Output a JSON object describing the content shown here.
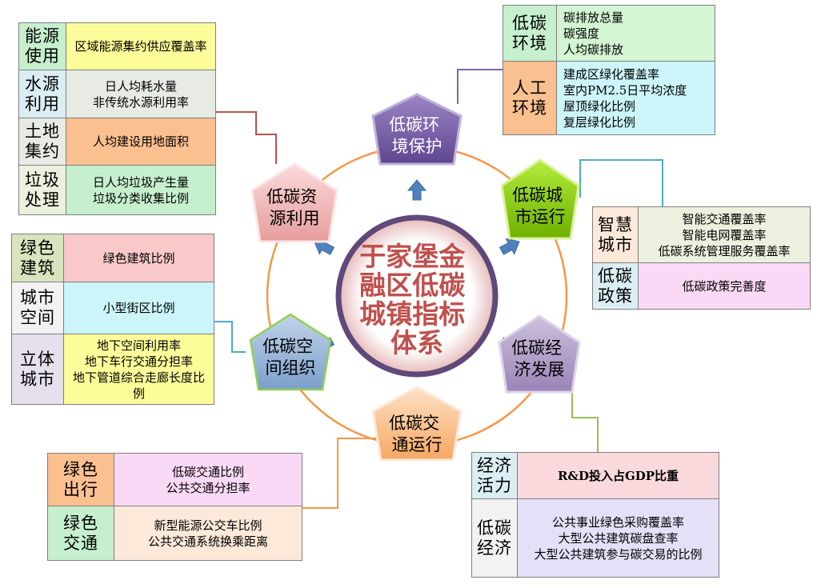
{
  "center": {
    "lines": [
      "于家堡金",
      "融区低碳",
      "城镇指标",
      "体系"
    ]
  },
  "nodes": {
    "env": {
      "lines": [
        "低碳环",
        "境保护"
      ]
    },
    "city": {
      "lines": [
        "低碳城",
        "市运行"
      ]
    },
    "economy": {
      "lines": [
        "低碳经",
        "济发展"
      ]
    },
    "transport": {
      "lines": [
        "低碳交",
        "通运行"
      ]
    },
    "space": {
      "lines": [
        "低碳空",
        "间组织"
      ]
    },
    "resource": {
      "lines": [
        "低碳资",
        "源利用"
      ]
    }
  },
  "tables": {
    "env": [
      {
        "category": "低碳环境",
        "indicators": [
          "碳排放总量",
          "碳强度",
          "人均碳排放"
        ]
      },
      {
        "category": "人工环境",
        "indicators": [
          "建成区绿化覆盖率",
          "室内PM2.5日平均浓度",
          "屋顶绿化比例",
          "复层绿化比例"
        ]
      }
    ],
    "resource": [
      {
        "category": "能源使用",
        "indicators": [
          "区域能源集约供应覆盖率"
        ]
      },
      {
        "category": "水源利用",
        "indicators": [
          "日人均耗水量",
          "非传统水源利用率"
        ]
      },
      {
        "category": "土地集约",
        "indicators": [
          "人均建设用地面积"
        ]
      },
      {
        "category": "垃圾处理",
        "indicators": [
          "日人均垃圾产生量",
          "垃圾分类收集比例"
        ]
      }
    ],
    "city": [
      {
        "category": "智慧城市",
        "indicators": [
          "智能交通覆盖率",
          "智能电网覆盖率",
          "低碳系统管理服务覆盖率"
        ]
      },
      {
        "category": "低碳政策",
        "indicators": [
          "低碳政策完善度"
        ]
      }
    ],
    "space": [
      {
        "category": "绿色建筑",
        "indicators": [
          "绿色建筑比例"
        ]
      },
      {
        "category": "城市空间",
        "indicators": [
          "小型街区比例"
        ]
      },
      {
        "category": "立体城市",
        "indicators": [
          "地下空间利用率",
          "地下车行交通分担率",
          "地下管道综合走廊长度比例"
        ]
      }
    ],
    "transport": [
      {
        "category": "绿色出行",
        "indicators": [
          "低碳交通比例",
          "公共交通分担率"
        ]
      },
      {
        "category": "绿色交通",
        "indicators": [
          "新型能源公交车比例",
          "公共交通系统换乘距离"
        ]
      }
    ],
    "economy": [
      {
        "category": "经济活力",
        "indicators": [
          "R&D投入占GDP比重"
        ]
      },
      {
        "category": "低碳经济",
        "indicators": [
          "公共事业绿色采购覆盖率",
          "大型公共建筑碳盘查率",
          "大型公共建筑参与碳交易的比例"
        ]
      }
    ]
  },
  "colors": {
    "ring": "#f79646",
    "center_ring": "#5f497a",
    "center_text": "#c0504d",
    "arrow": "#4f81bd",
    "env": "#7a5ea8",
    "city": "#8fd400",
    "economy": "#b3a2c7",
    "transport": "#fabf8f",
    "space": "#95b3d7",
    "resource": "#f2b8b8"
  }
}
